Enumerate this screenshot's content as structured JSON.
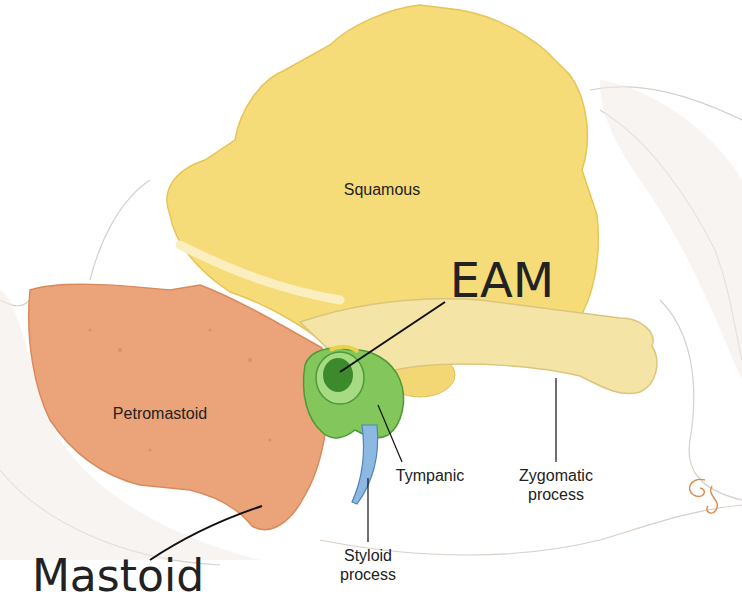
{
  "diagram": {
    "labels": [
      "Squamous",
      "EAM",
      "Petromastoid",
      "Tympanic",
      "Zygomatic process",
      "Mastoid",
      "Styloid process"
    ]
  }
}
